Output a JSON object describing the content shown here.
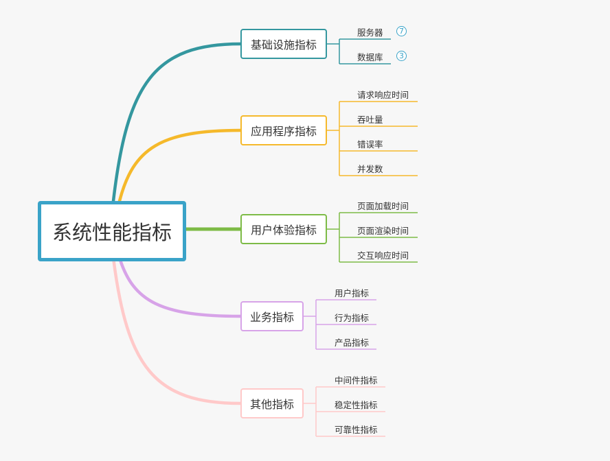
{
  "root": {
    "label": "系统性能指标",
    "color": "#3aa3c8"
  },
  "branches": [
    {
      "label": "基础设施指标",
      "color": "#34979f",
      "children": [
        {
          "label": "服务器",
          "badge": "7"
        },
        {
          "label": "数据库",
          "badge": "3"
        }
      ]
    },
    {
      "label": "应用程序指标",
      "color": "#f5b92b",
      "children": [
        {
          "label": "请求响应时间"
        },
        {
          "label": "吞吐量"
        },
        {
          "label": "错误率"
        },
        {
          "label": "并发数"
        }
      ]
    },
    {
      "label": "用户体验指标",
      "color": "#7dbb46",
      "children": [
        {
          "label": "页面加载时间"
        },
        {
          "label": "页面渲染时间"
        },
        {
          "label": "交互响应时间"
        }
      ]
    },
    {
      "label": "业务指标",
      "color": "#d7a3e8",
      "children": [
        {
          "label": "用户指标"
        },
        {
          "label": "行为指标"
        },
        {
          "label": "产品指标"
        }
      ]
    },
    {
      "label": "其他指标",
      "color": "#ffc9c9",
      "children": [
        {
          "label": "中间件指标"
        },
        {
          "label": "稳定性指标"
        },
        {
          "label": "可靠性指标"
        }
      ]
    }
  ]
}
